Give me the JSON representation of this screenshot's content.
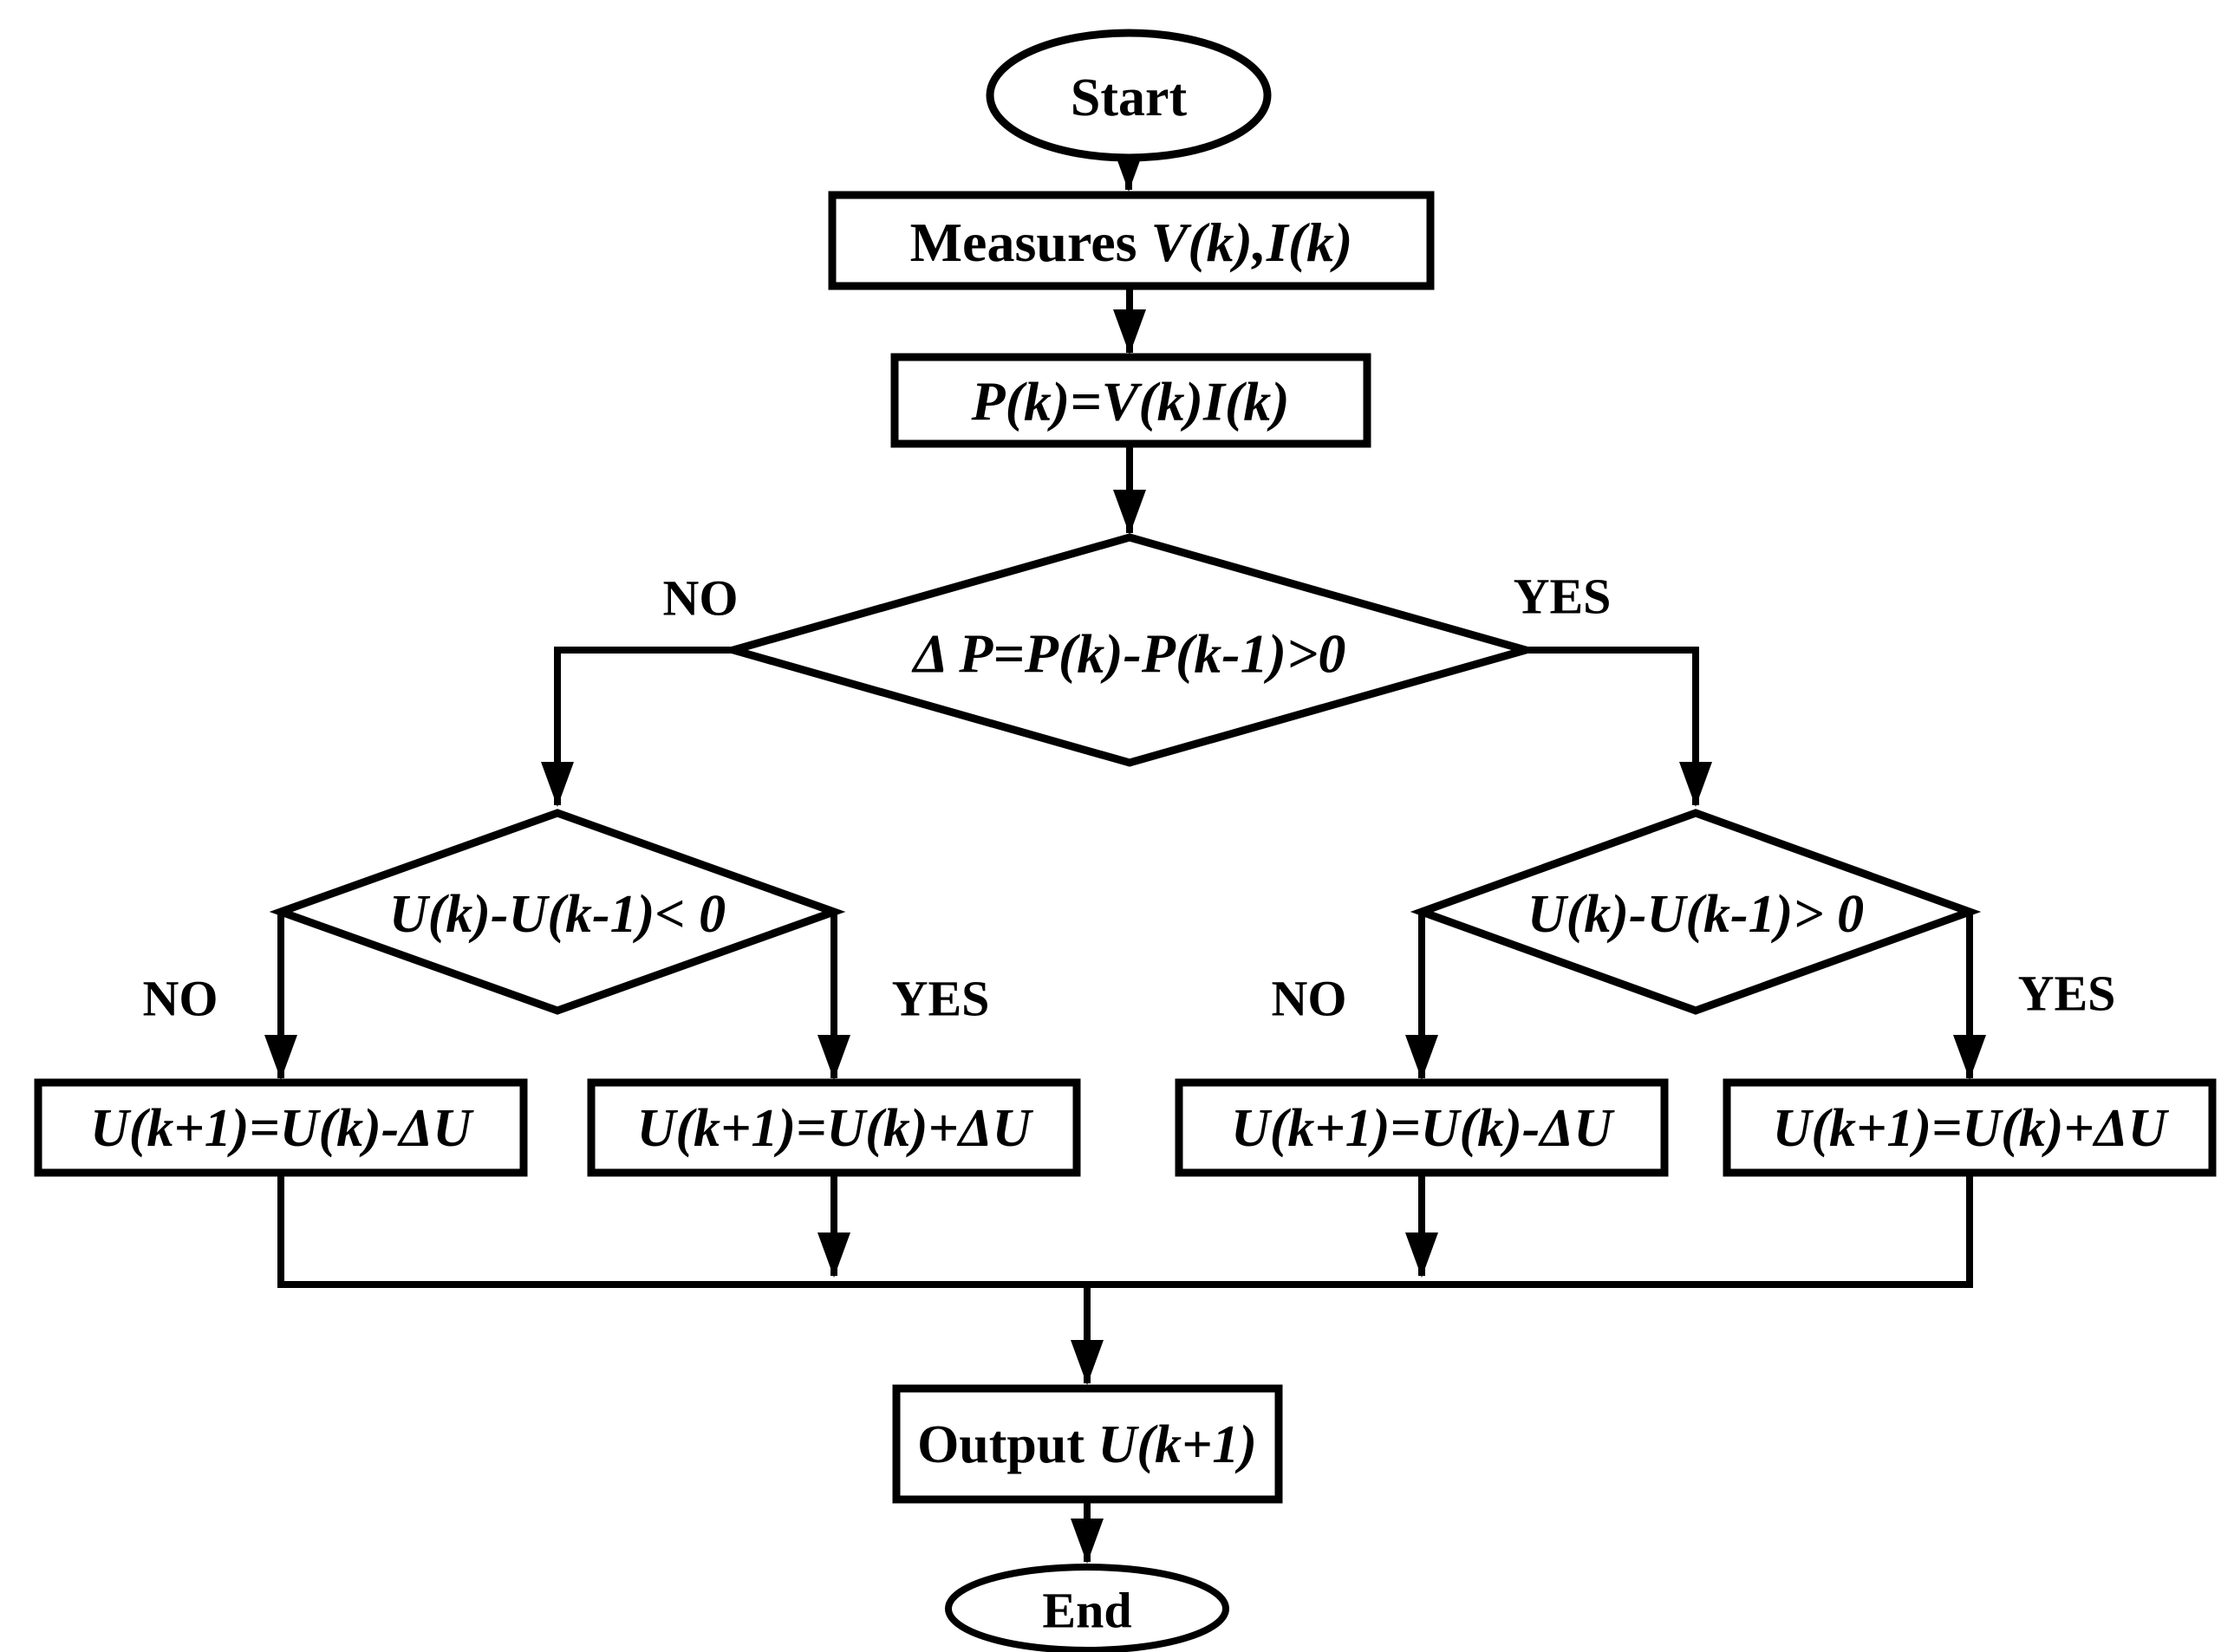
{
  "figure": {
    "background": "#ffffff",
    "ink": "#000000"
  },
  "nodes": {
    "start": {
      "label": "Start"
    },
    "measure": {
      "prefix": "Measures ",
      "formula": "V(k),I(k)"
    },
    "power": {
      "formula": "P(k)=V(k)I(k)"
    },
    "delta_p_decision": {
      "formula": "Δ P=P(k)-P(k-1)>0"
    },
    "du_decision_left": {
      "formula": "U(k)-U(k-1)< 0"
    },
    "du_decision_right": {
      "formula": "U(k)-U(k-1)> 0"
    },
    "update_decrease_left": {
      "formula": "U(k+1)=U(k)-ΔU"
    },
    "update_increase_left": {
      "formula": "U(k+1)=U(k)+ΔU"
    },
    "update_decrease_right": {
      "formula": "U(k+1)=U(k)-ΔU"
    },
    "update_increase_right": {
      "formula": "U(k+1)=U(k)+ΔU"
    },
    "output": {
      "prefix": "Output ",
      "formula": "U(k+1)"
    },
    "end": {
      "label": "End"
    }
  },
  "edge_labels": {
    "delta_p_no": "NO",
    "delta_p_yes": "YES",
    "du_left_no": "NO",
    "du_left_yes": "YES",
    "du_right_no": "NO",
    "du_right_yes": "YES"
  }
}
